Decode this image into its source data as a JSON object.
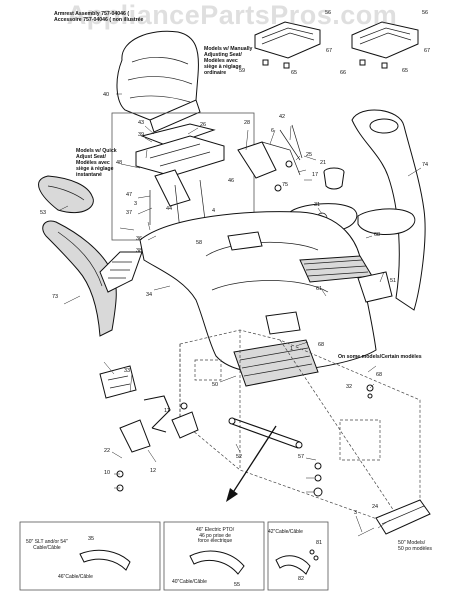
{
  "watermark": "AppliancePartsPros.com",
  "labels": {
    "armrest": [
      "Armrest Assembly 757-04046 ( ",
      "Accessoire 757-04046 ( non illustrée"
    ],
    "manual_seat": [
      "Models w/ Manually",
      "Adjusting Seat/",
      "Modèles avec",
      "siège à réglage",
      "ordinaire"
    ],
    "quick_seat": [
      "Models w/ Quick",
      "Adjust Seat/",
      "Modèles avec",
      "siège à réglage",
      "instantané"
    ],
    "some_models": "On some models/Certain modèles",
    "fifty_models": [
      "50\" Models/",
      "50 po modèles"
    ],
    "box1_top": [
      "50\" SLT and/or 54\"",
      "Cable/Câble"
    ],
    "box1_bottom": "46\"Cable/Câble",
    "box2_top": [
      "46\" Electric PTO/",
      "46 po prise de",
      "force électrique"
    ],
    "box2_bottom": "40\"Cable/Câble",
    "box3_top": "42\"Cable/Câble"
  },
  "callouts": [
    {
      "id": "c56",
      "text": "56"
    },
    {
      "id": "c67a",
      "text": "67"
    },
    {
      "id": "c59",
      "text": "59"
    },
    {
      "id": "c65a",
      "text": "65"
    },
    {
      "id": "c56b",
      "text": "56"
    },
    {
      "id": "c67b",
      "text": "67"
    },
    {
      "id": "c66",
      "text": "66"
    },
    {
      "id": "c65b",
      "text": "65"
    },
    {
      "id": "c40",
      "text": "40"
    },
    {
      "id": "c42",
      "text": "42"
    },
    {
      "id": "c28",
      "text": "28"
    },
    {
      "id": "c6",
      "text": "6"
    },
    {
      "id": "c43",
      "text": "43"
    },
    {
      "id": "c26",
      "text": "26"
    },
    {
      "id": "c39",
      "text": "39"
    },
    {
      "id": "c48",
      "text": "48"
    },
    {
      "id": "c25",
      "text": "25"
    },
    {
      "id": "c21",
      "text": "21"
    },
    {
      "id": "c17",
      "text": "17"
    },
    {
      "id": "c74",
      "text": "74"
    },
    {
      "id": "c75",
      "text": "75"
    },
    {
      "id": "c46",
      "text": "46"
    },
    {
      "id": "c47",
      "text": "47"
    },
    {
      "id": "c3",
      "text": "3"
    },
    {
      "id": "c37",
      "text": "37"
    },
    {
      "id": "c44",
      "text": "44"
    },
    {
      "id": "c4",
      "text": "4"
    },
    {
      "id": "c36",
      "text": "36"
    },
    {
      "id": "c53",
      "text": "53"
    },
    {
      "id": "c58",
      "text": "58"
    },
    {
      "id": "c73",
      "text": "73"
    },
    {
      "id": "c34",
      "text": "34"
    },
    {
      "id": "c31",
      "text": "31"
    },
    {
      "id": "c68a",
      "text": "68"
    },
    {
      "id": "c51",
      "text": "51"
    },
    {
      "id": "c61",
      "text": "61"
    },
    {
      "id": "c38",
      "text": "38"
    },
    {
      "id": "c1",
      "text": "1"
    },
    {
      "id": "c68b",
      "text": "68"
    },
    {
      "id": "c50",
      "text": "50"
    },
    {
      "id": "c33",
      "text": "33"
    },
    {
      "id": "c68c",
      "text": "68"
    },
    {
      "id": "c32",
      "text": "32"
    },
    {
      "id": "c11",
      "text": "11"
    },
    {
      "id": "c22",
      "text": "22"
    },
    {
      "id": "c10",
      "text": "10"
    },
    {
      "id": "c12",
      "text": "12"
    },
    {
      "id": "c57",
      "text": "57"
    },
    {
      "id": "c52",
      "text": "52"
    },
    {
      "id": "c24",
      "text": "24"
    },
    {
      "id": "c3b",
      "text": "3"
    },
    {
      "id": "c35",
      "text": "35"
    },
    {
      "id": "c81",
      "text": "81"
    },
    {
      "id": "c82",
      "text": "82"
    },
    {
      "id": "c55",
      "text": "55"
    }
  ]
}
